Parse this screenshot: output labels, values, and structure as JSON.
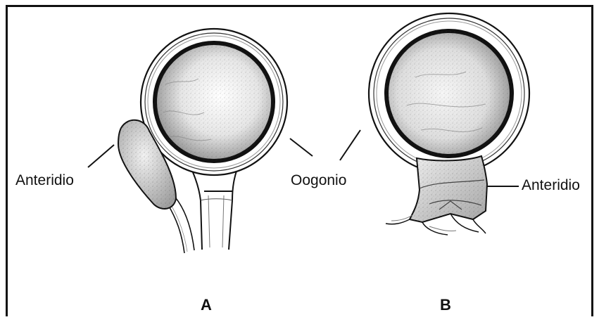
{
  "figure": {
    "panel_a": {
      "letter": "A",
      "label_anteridio": "Anteridio"
    },
    "panel_b": {
      "letter": "B",
      "label_anteridio": "Anteridio"
    },
    "shared_label_oogonio": "Oogonio"
  },
  "colors": {
    "ink": "#111111",
    "stipple_dark": "#333333",
    "stipple_light": "#9a9a9a",
    "background": "#ffffff"
  }
}
